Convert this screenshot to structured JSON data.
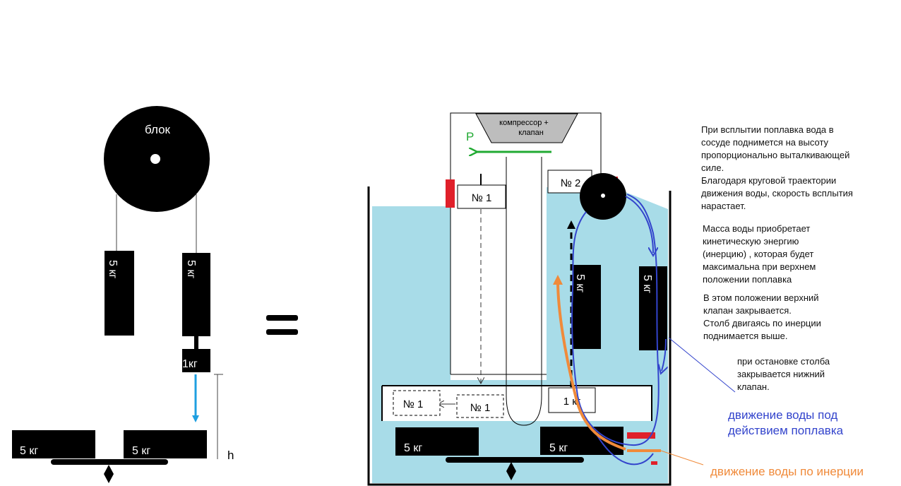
{
  "left_scheme": {
    "pulley_label": "блок",
    "weight_left": "5 кг",
    "weight_right": "5 кг",
    "small_weight": "1кг",
    "base_left": "5 кг",
    "base_right": "5 кг",
    "height_label": "h"
  },
  "right_scheme": {
    "compressor_label_line1": "компрессор +",
    "compressor_label_line2": "клапан",
    "pressure_label": "P",
    "valve1_top": "№ 1",
    "valve2": "№ 2",
    "valve1_bottom_a": "№ 1",
    "valve1_bottom_b": "№ 1",
    "float_left_weight": "5 кг",
    "float_right_weight": "5 кг",
    "small_weight": "1 кг",
    "base_left": "5 кг",
    "base_right": "5 кг"
  },
  "notes": {
    "p1_lines": [
      "При всплытии поплавка вода в",
      "сосуде поднимется на высоту",
      "пропорционально выталкивающей",
      "силе.",
      "Благодаря круговой траектории",
      "движения воды, скорость всплытия",
      "нарастает."
    ],
    "p2_lines": [
      "Масса воды приобретает",
      "кинетическую энергию",
      "(инерцию) , которая будет",
      "максимальна при верхнем",
      "положении поплавка"
    ],
    "p3_lines": [
      "В этом положении верхний",
      "клапан закрывается.",
      "Столб двигаясь по инерции",
      "поднимается выше."
    ],
    "p4_lines": [
      "при остановке столба",
      "закрывается нижний",
      "клапан."
    ]
  },
  "legend": {
    "blue_lines": [
      "движение воды под",
      "действием поплавка"
    ],
    "orange_line": "движение воды по инерции",
    "blue_color": "#3344cc",
    "orange_color": "#f08a3a"
  },
  "colors": {
    "water": "#a8dce8",
    "red_valve": "#e0202a",
    "green_arrow": "#22aa33",
    "blue_arrow": "#1f9fe0"
  }
}
